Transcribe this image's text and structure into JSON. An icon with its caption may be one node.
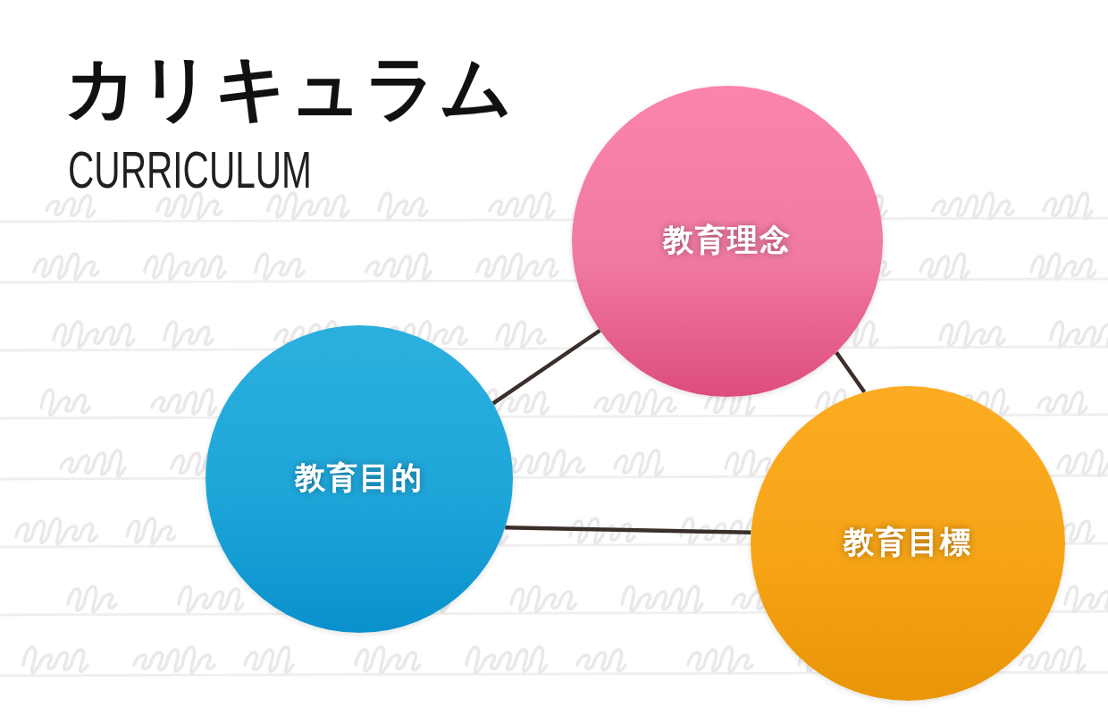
{
  "diagram": {
    "title": "カリキュラム",
    "nodes": [
      {
        "text": [
          "教育理念"
        ]
      },
      {
        "text": [
          "教育目的"
        ]
      },
      {
        "text": [
          "教育目標"
        ]
      }
    ],
    "edges": [
      {
        "from": 0,
        "to": 1,
        "arrow": "none"
      },
      {
        "from": 0,
        "to": 2,
        "arrow": "none"
      },
      {
        "from": 1,
        "to": 2,
        "arrow": "none"
      }
    ],
    "labels": [
      "CURRICULUM"
    ]
  }
}
